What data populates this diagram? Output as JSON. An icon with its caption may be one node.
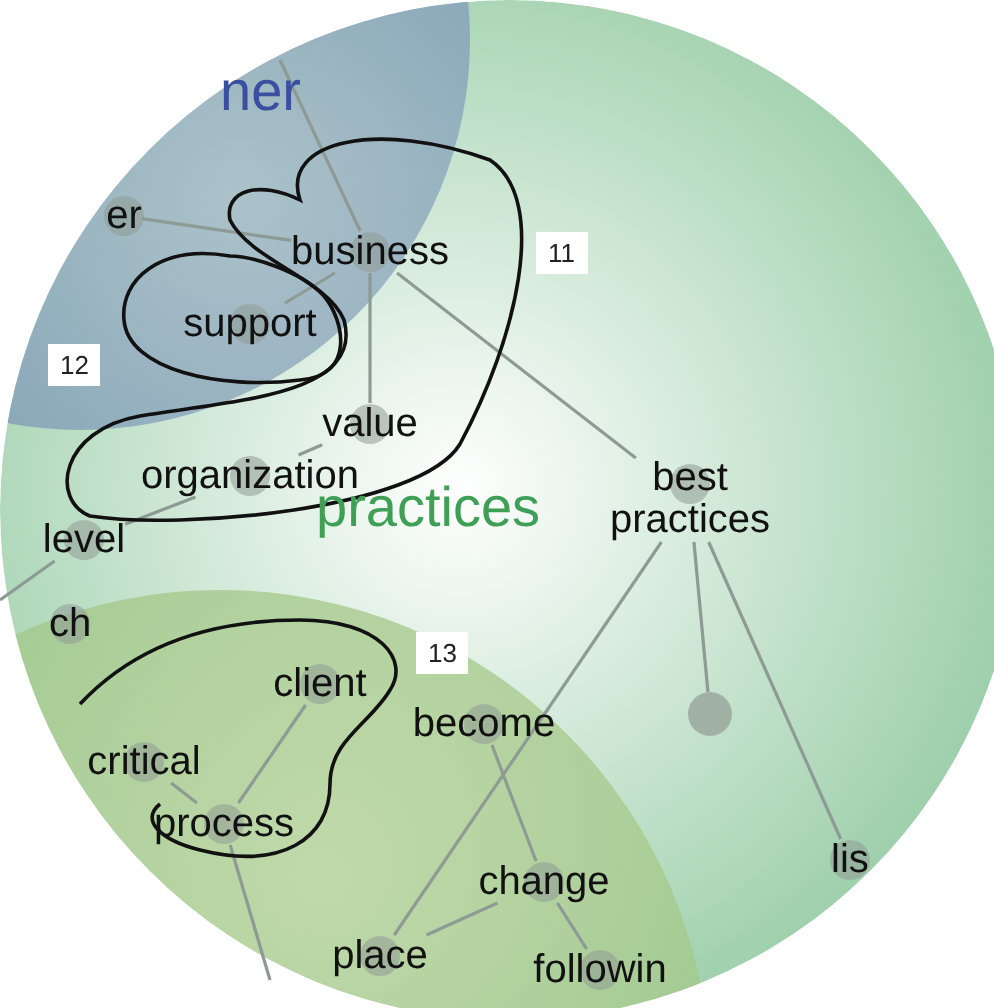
{
  "diagram": {
    "nodes": [
      {
        "text": [
          "business"
        ]
      },
      {
        "text": [
          "er"
        ]
      },
      {
        "text": [
          "support"
        ]
      },
      {
        "text": [
          "value"
        ]
      },
      {
        "text": [
          "organization"
        ]
      },
      {
        "text": [
          "level"
        ]
      },
      {
        "text": [
          "best practices"
        ]
      },
      {
        "text": [
          "ch"
        ]
      },
      {
        "text": [
          "client"
        ]
      },
      {
        "text": [
          "become"
        ]
      },
      {
        "text": [
          "critical"
        ]
      },
      {
        "text": [
          "process"
        ]
      },
      {
        "text": [],
        "shape": "circle"
      },
      {
        "text": [
          "change"
        ]
      },
      {
        "text": [
          "lis"
        ]
      },
      {
        "text": [
          "place"
        ]
      },
      {
        "text": [
          "followin"
        ]
      }
    ],
    "edges": [
      {
        "from": 0,
        "to": 1,
        "arrow": "none"
      },
      {
        "from": 0,
        "to": null,
        "arrow": "none"
      },
      {
        "from": 0,
        "to": 2,
        "arrow": "none"
      },
      {
        "from": 0,
        "to": 3,
        "arrow": "none"
      },
      {
        "from": 0,
        "to": 6,
        "arrow": "none"
      },
      {
        "from": 3,
        "to": 4,
        "arrow": "none"
      },
      {
        "from": 4,
        "to": 5,
        "arrow": "none"
      },
      {
        "from": 5,
        "to": null,
        "arrow": "none"
      },
      {
        "from": 6,
        "to": 15,
        "arrow": "none"
      },
      {
        "from": 6,
        "to": 12,
        "arrow": "none"
      },
      {
        "from": 6,
        "to": 14,
        "arrow": "none"
      },
      {
        "from": 9,
        "to": 13,
        "arrow": "none"
      },
      {
        "from": 13,
        "to": 16,
        "arrow": "none"
      },
      {
        "from": 13,
        "to": 15,
        "arrow": "none"
      },
      {
        "from": 8,
        "to": 11,
        "arrow": "none"
      },
      {
        "from": 10,
        "to": 11,
        "arrow": "none"
      },
      {
        "from": 11,
        "to": null,
        "arrow": "none"
      }
    ],
    "labels": [
      "ner",
      "11",
      "12",
      "practices",
      "13"
    ]
  }
}
